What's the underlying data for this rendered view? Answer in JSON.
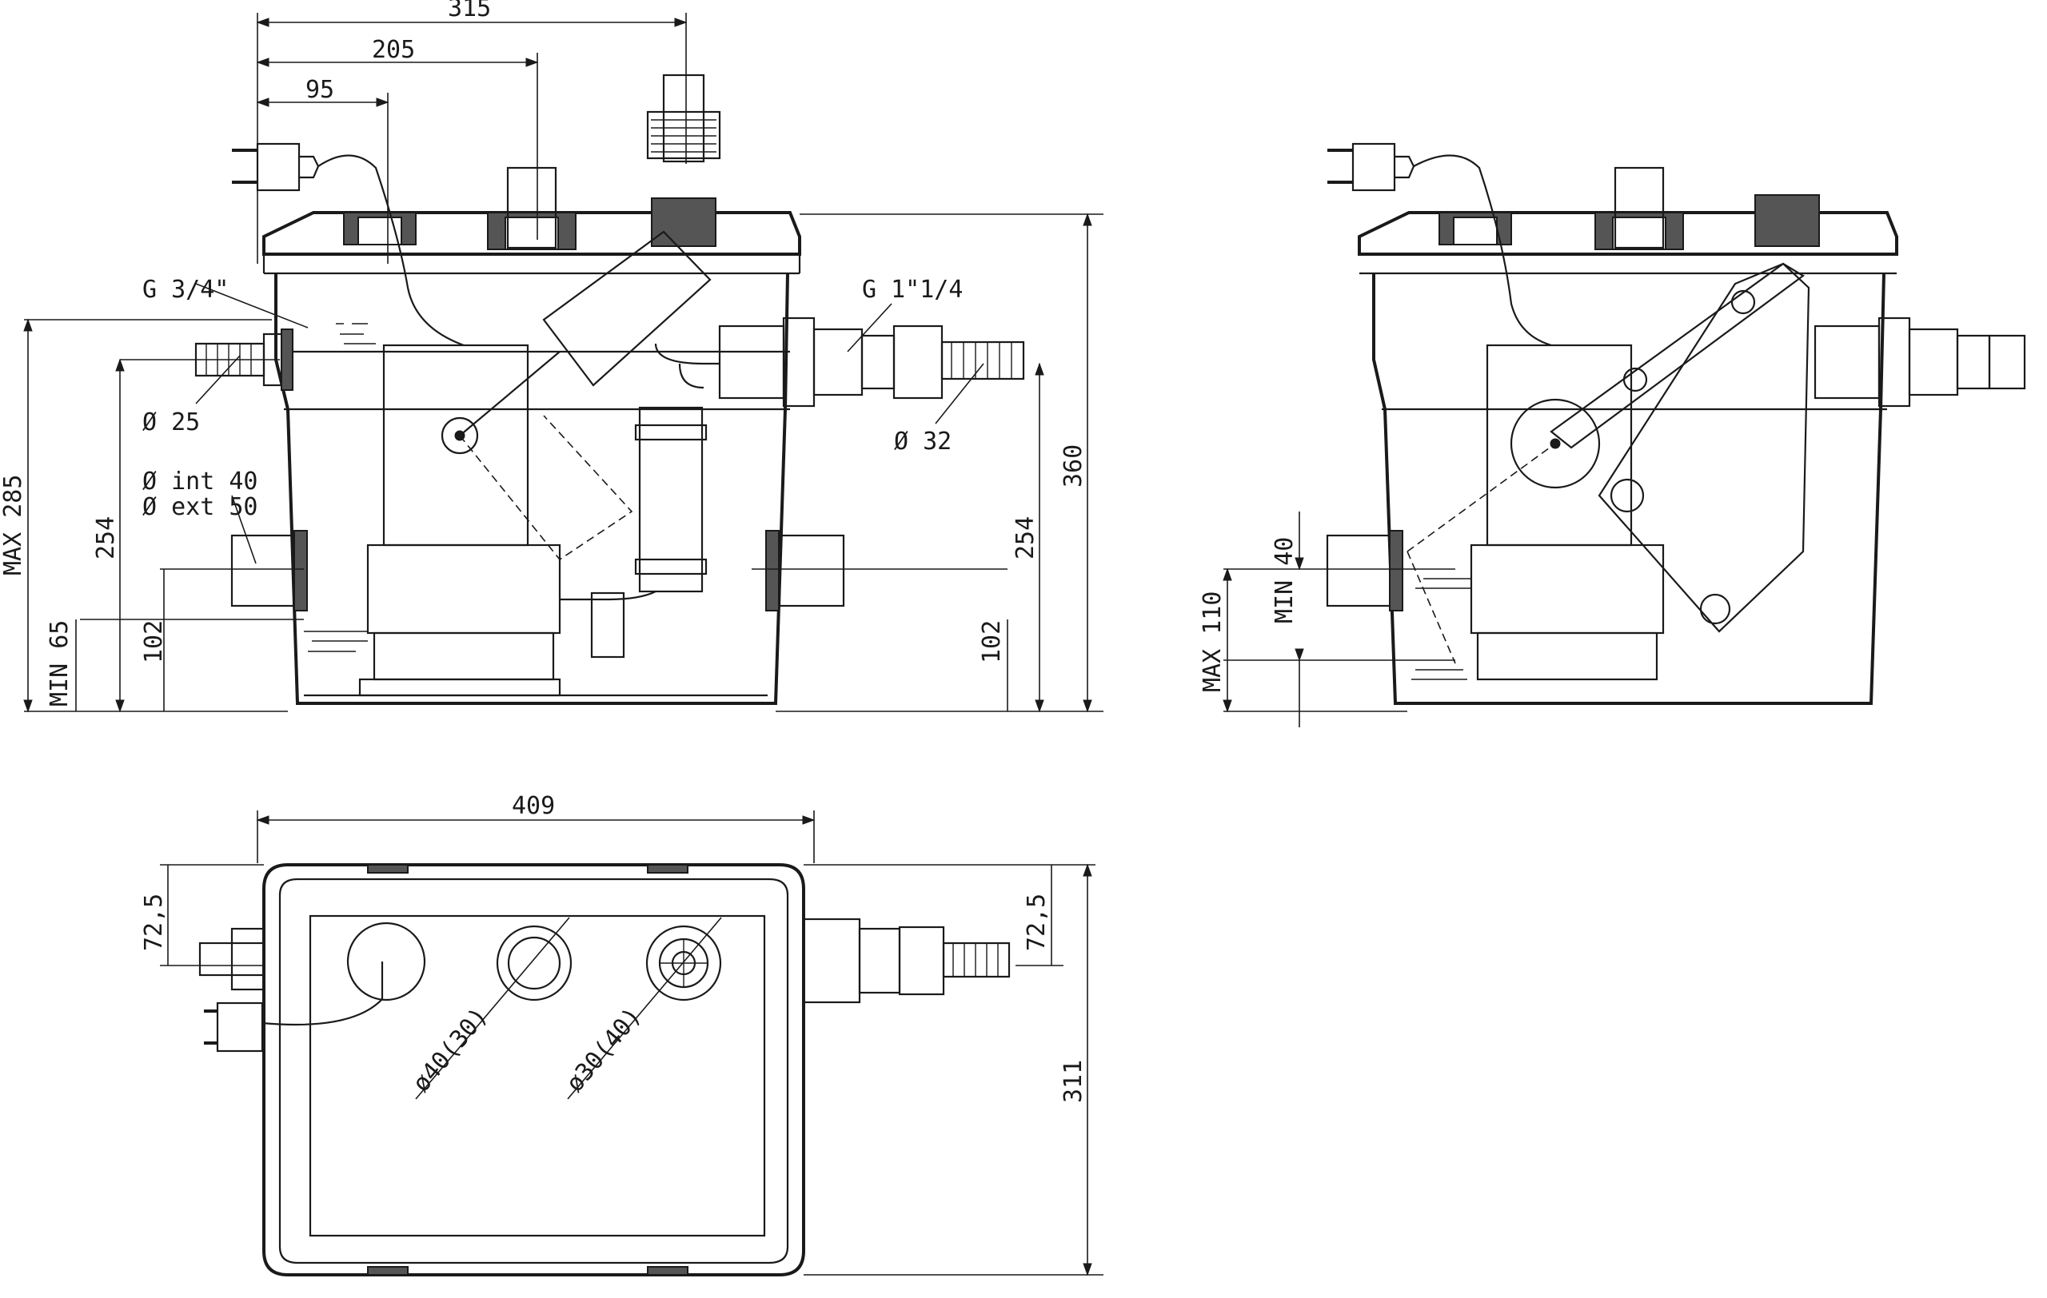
{
  "dimensions": {
    "top_315": "315",
    "top_205": "205",
    "top_95": "95",
    "g_inlet": "G 3/4\"",
    "g_outlet": "G 1\"1/4",
    "dia_25": "Ø 25",
    "dia_32": "Ø 32",
    "dia_int": "Ø int 40",
    "dia_ext": "Ø ext 50",
    "max_285": "MAX 285",
    "min_65": "MIN 65",
    "left_254": "254",
    "left_102": "102",
    "right_254": "254",
    "right_102": "102",
    "height_360": "360",
    "min_40": "MIN 40",
    "max_110": "MAX 110",
    "plan_409": "409",
    "plan_72_left": "72,5",
    "plan_72_right": "72,5",
    "plan_311": "311",
    "plan_dia40": "ø40(30)",
    "plan_dia30": "ø30(40)"
  },
  "colors": {
    "ink": "#1a1a1a",
    "paper": "#ffffff"
  }
}
